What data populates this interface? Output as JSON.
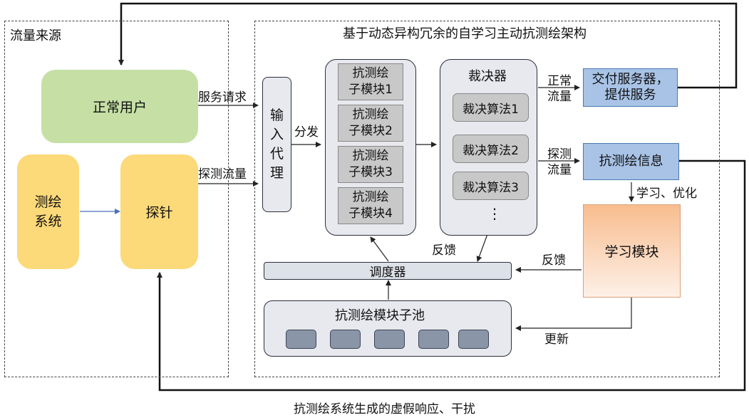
{
  "source_group": {
    "title": "流量来源"
  },
  "arch_group": {
    "title": "基于动态异构冗余的自学习主动抗测绘架构"
  },
  "normal_user": "正常用户",
  "mapping_system": {
    "line1": "测绘",
    "line2": "系统"
  },
  "probe": "探针",
  "input_proxy": {
    "chars": [
      "输",
      "入",
      "代",
      "理"
    ]
  },
  "sub_modules": [
    {
      "line1": "抗测绘",
      "line2": "子模块1"
    },
    {
      "line1": "抗测绘",
      "line2": "子模块2"
    },
    {
      "line1": "抗测绘",
      "line2": "子模块3"
    },
    {
      "line1": "抗测绘",
      "line2": "子模块4"
    }
  ],
  "arbiter": {
    "title": "裁决器",
    "algorithms": [
      "裁决算法1",
      "裁决算法2",
      "裁决算法3"
    ],
    "more": "⋮"
  },
  "delivery_server": {
    "line1": "交付服务器，",
    "line2": "提供服务"
  },
  "anti_info": "抗测绘信息",
  "learning_module": "学习模块",
  "scheduler": "调度器",
  "module_pool": {
    "title": "抗测绘模块子池",
    "slot_count": 5
  },
  "labels": {
    "service_request": "服务请求",
    "probe_traffic": "探测流量",
    "distribute": "分发",
    "normal_traffic": {
      "line1": "正常",
      "line2": "流量"
    },
    "probe_traffic2": {
      "line1": "探测",
      "line2": "流量"
    },
    "learn_optimize": "学习、优化",
    "feedback_left": "反馈",
    "feedback_right": "反馈",
    "update": "更新",
    "bottom_caption": "抗测绘系统生成的虚假响应、干扰"
  }
}
